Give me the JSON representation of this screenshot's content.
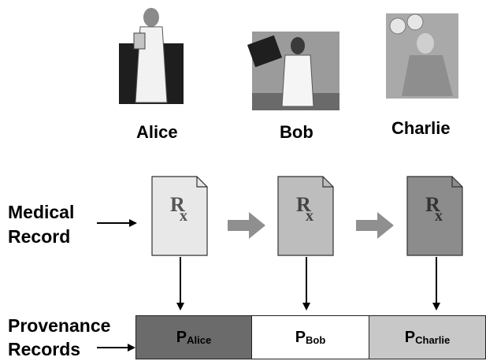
{
  "actors": [
    {
      "name": "Alice"
    },
    {
      "name": "Bob"
    },
    {
      "name": "Charlie"
    }
  ],
  "labels": {
    "medical_record_line1": "Medical",
    "medical_record_line2": "Record",
    "provenance_line1": "Provenance",
    "provenance_line2": "Records"
  },
  "documents": [
    {
      "icon": "rx-icon",
      "fill": "#e8e8e8"
    },
    {
      "icon": "rx-icon",
      "fill": "#bdbdbd"
    },
    {
      "icon": "rx-icon",
      "fill": "#8c8c8c"
    }
  ],
  "provenance_records": [
    {
      "symbol": "P",
      "subscript": "Alice",
      "fill": "#6b6b6b"
    },
    {
      "symbol": "P",
      "subscript": "Bob",
      "fill": "#ffffff"
    },
    {
      "symbol": "P",
      "subscript": "Charlie",
      "fill": "#c8c8c8"
    }
  ],
  "colors": {
    "flow_arrow": "#8f8f8f",
    "line": "#000000"
  }
}
